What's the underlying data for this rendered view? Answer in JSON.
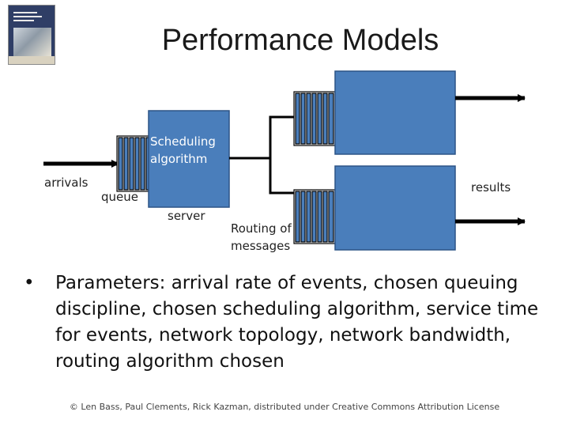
{
  "slide": {
    "title": "Performance Models"
  },
  "diagram": {
    "arrivals_label": "arrivals",
    "queue_label": "queue",
    "server_label": "server",
    "scheduling_label": "Scheduling algorithm",
    "routing_label": "Routing of messages",
    "results_label": "results",
    "box_color": "#4a7ebb",
    "box_border": "#2c5486"
  },
  "body": {
    "bullet_char": "•",
    "bullet_text": "Parameters: arrival rate of events, chosen queuing discipline, chosen scheduling algorithm, service time for events, network topology, network bandwidth, routing algorithm chosen"
  },
  "footer": {
    "text": "© Len Bass, Paul Clements, Rick Kazman, distributed under Creative Commons Attribution License"
  }
}
